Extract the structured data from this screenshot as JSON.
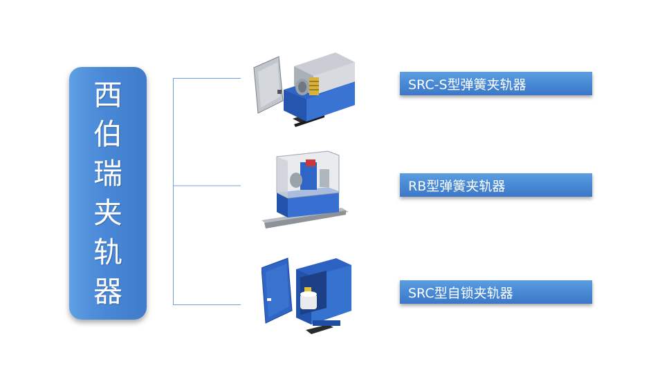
{
  "title": {
    "chars": [
      "西",
      "伯",
      "瑞",
      "夹",
      "轨",
      "器"
    ]
  },
  "products": [
    {
      "label": "SRC-S型弹簧夹轨器",
      "icon": "spring-rail-clamp-src-s-image"
    },
    {
      "label": "RB型弹簧夹轨器",
      "icon": "spring-rail-clamp-rb-image"
    },
    {
      "label": "SRC型自锁夹轨器",
      "icon": "self-locking-rail-clamp-src-image"
    }
  ],
  "colors": {
    "accent": "#4a8ad8",
    "line": "#6fa3df",
    "machine_blue": "#2a5fbf",
    "machine_grey": "#b9bec6"
  }
}
